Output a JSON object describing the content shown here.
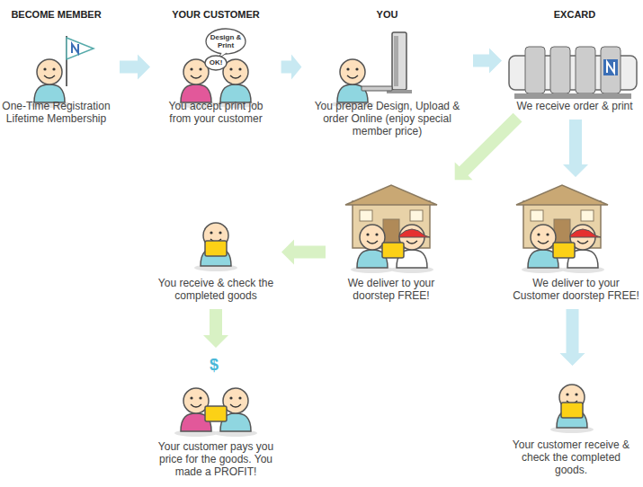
{
  "diagram": {
    "nodes": [
      {
        "text": [
          "BECOME MEMBER",
          "One-Time Registration Lifetime Membership"
        ]
      },
      {
        "text": [
          "YOUR CUSTOMER",
          "You accept print job from your customer"
        ]
      },
      {
        "text": [
          "YOU",
          "You prepare Design, Upload & order Online (enjoy special member price)"
        ]
      },
      {
        "text": [
          "EXCARD",
          "We receive order & print"
        ]
      },
      {
        "text": [
          "You receive & check the completed goods"
        ]
      },
      {
        "text": [
          "We deliver to your doorstep FREE!"
        ]
      },
      {
        "text": [
          "We deliver to your Customer doorstep FREE!"
        ]
      },
      {
        "text": [
          "Your customer pays you price for the goods. You made a PROFIT!"
        ]
      },
      {
        "text": [
          "Your customer receive & check the completed goods."
        ]
      }
    ],
    "edges": [
      {
        "from": 0,
        "to": 1,
        "arrow": "to"
      },
      {
        "from": 1,
        "to": 2,
        "arrow": "to"
      },
      {
        "from": 2,
        "to": 3,
        "arrow": "to"
      },
      {
        "from": 3,
        "to": 6,
        "arrow": "to"
      },
      {
        "from": 3,
        "to": 5,
        "arrow": "to"
      },
      {
        "from": 5,
        "to": 4,
        "arrow": "to"
      },
      {
        "from": 4,
        "to": 7,
        "arrow": "to"
      },
      {
        "from": 6,
        "to": 8,
        "arrow": "to"
      }
    ],
    "labels": [
      "Design & Print",
      "OK!",
      "$"
    ]
  }
}
